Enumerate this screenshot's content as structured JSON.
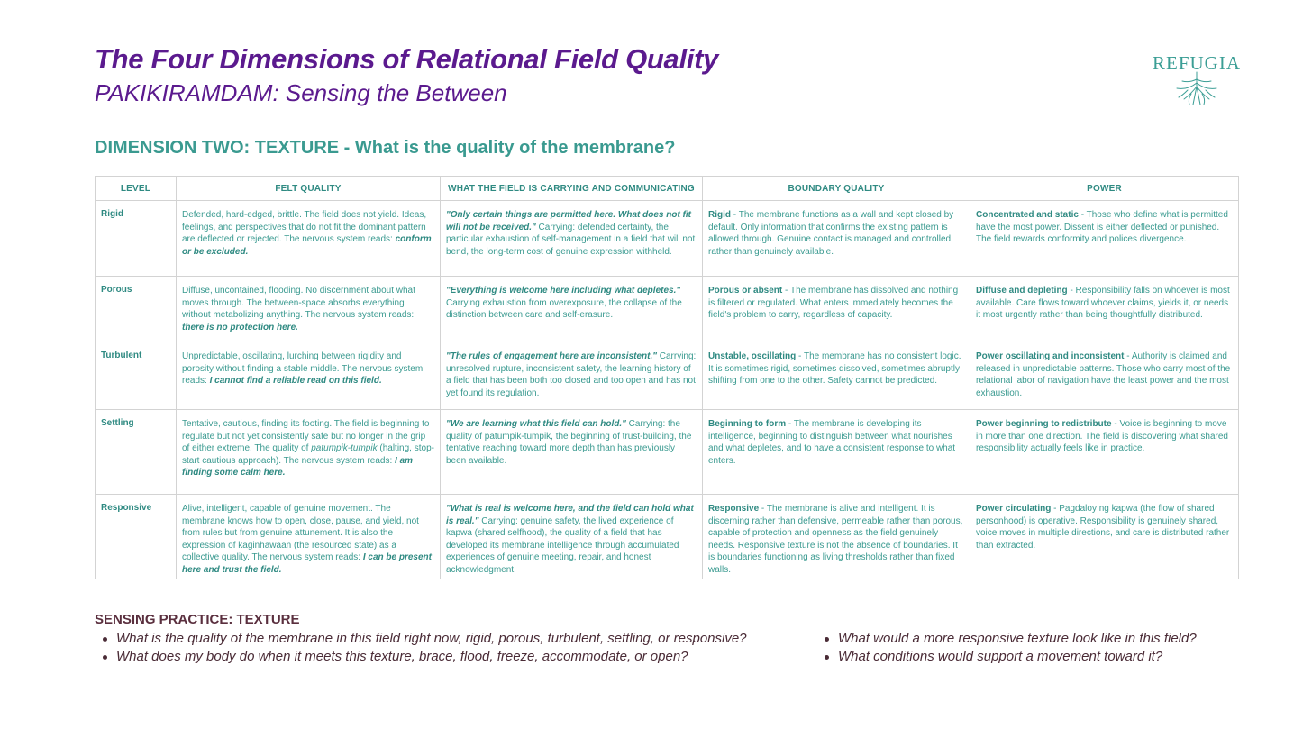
{
  "header": {
    "title": "The Four Dimensions of Relational Field Quality",
    "subtitle": "PAKIKIRAMDAM: Sensing the Between",
    "logo_text": "REFUGIA"
  },
  "dimension_heading": "DIMENSION TWO: TEXTURE - What is the quality of the membrane?",
  "table": {
    "columns": [
      "LEVEL",
      "FELT QUALITY",
      "WHAT THE FIELD IS CARRYING AND COMMUNICATING",
      "BOUNDARY QUALITY",
      "POWER"
    ],
    "rows": [
      {
        "level": "Rigid",
        "felt": "Defended, hard-edged, brittle. The field does not yield. Ideas, feelings, and perspectives that do not fit the dominant pattern are deflected or rejected. The nervous system reads: ",
        "felt_emph": "conform or be excluded.",
        "carry_quote": "\"Only certain things are permitted here. What does not fit will not be received.\"",
        "carry_text": " Carrying: defended certainty, the particular exhaustion of self-management in a field that will not bend, the long-term cost of genuine expression withheld.",
        "boundary_lead": " Rigid",
        "boundary_text": " - The membrane functions as a wall and kept closed by default. Only information that confirms the existing pattern is allowed through. Genuine contact is managed and controlled rather than genuinely available.",
        "power_lead": "Concentrated and static",
        "power_text": " - Those who define what is permitted have the most power. Dissent is either deflected or punished. The field rewards conformity and polices divergence."
      },
      {
        "level": "Porous",
        "felt": "Diffuse, uncontained, flooding. No discernment about what moves through. The between-space absorbs everything without metabolizing anything. The nervous system reads: ",
        "felt_emph": "there is no protection here.",
        "carry_quote": "\"Everything is welcome here  including what depletes.\"",
        "carry_text": " Carrying exhaustion from overexposure, the collapse of the distinction between care and self-erasure.",
        "boundary_lead": "Porous or absent",
        "boundary_text": " - The membrane has dissolved and nothing is filtered or regulated. What enters immediately becomes the field's problem to carry, regardless of capacity.",
        "power_lead": "Diffuse and depleting",
        "power_text": " - Responsibility falls on whoever is most available. Care flows toward whoever claims, yields it, or needs it most urgently rather than being thoughtfully distributed."
      },
      {
        "level": "Turbulent",
        "felt": "Unpredictable, oscillating, lurching between rigidity and porosity without finding a stable middle. The nervous system reads: ",
        "felt_emph": "I cannot find a reliable read on this field.",
        "carry_quote": "\"The rules of engagement here are inconsistent.\"",
        "carry_text": " Carrying: unresolved rupture, inconsistent safety, the learning history of a field that has been both too closed and too open and has not yet found its regulation.",
        "boundary_lead": "Unstable, oscillating",
        "boundary_text": " - The membrane has no consistent logic. It is sometimes rigid, sometimes dissolved, sometimes abruptly shifting from one to the other. Safety cannot be predicted.",
        "power_lead": "Power oscillating and inconsistent",
        "power_text": " - Authority is claimed and released in unpredictable patterns. Those who carry most of the relational labor of navigation have the least power and the most exhaustion."
      },
      {
        "level": "Settling",
        "felt": "Tentative, cautious, finding its footing. The field is beginning to regulate but not yet consistently safe but no longer in the grip of either extreme. The quality of ",
        "felt_italic": "patumpik-tumpik",
        "felt_after": " (halting, stop-start cautious approach). The nervous system reads: ",
        "felt_emph": "I am finding some calm here.",
        "carry_quote": "\"We are learning what this field can hold.\"",
        "carry_text": " Carrying: the quality of patumpik-tumpik, the beginning of trust-building, the tentative reaching toward more depth than has previously been available.",
        "boundary_lead": "Beginning to form",
        "boundary_text": " - The membrane is developing its intelligence, beginning to distinguish between what nourishes and what depletes, and  to have a consistent response to what enters.",
        "power_lead": "Power beginning to redistribute",
        "power_text": " - Voice is beginning to move in more than one direction. The field is discovering what shared responsibility actually feels like in practice."
      },
      {
        "level": "Responsive",
        "felt": "Alive, intelligent, capable of genuine movement. The membrane knows how to open, close, pause, and yield, not from rules but from genuine attunement. It is also the expression of kaginhawaan (the resourced state) as a collective quality.  The nervous system reads: ",
        "felt_emph": "I can be present here and trust the field.",
        "carry_quote": "\"What is real is welcome here, and the field can hold what is real.\"",
        "carry_text": " Carrying: genuine safety, the lived experience of kapwa (shared selfhood), the quality of a field that has developed its membrane intelligence through accumulated experiences of genuine meeting, repair, and honest acknowledgment.",
        "boundary_lead": "Responsive",
        "boundary_text": " - The membrane is alive and intelligent. It is discerning rather than defensive, permeable rather than porous, capable of protection and openness as the field genuinely needs. Responsive texture is not the absence of boundaries. It is boundaries functioning as living thresholds rather than fixed walls.",
        "power_lead": "Power circulating",
        "power_text": " - Pagdaloy ng kapwa (the flow of shared personhood) is operative. Responsibility is genuinely shared, voice moves in multiple directions, and care is distributed rather than extracted."
      }
    ]
  },
  "practice": {
    "heading": "SENSING PRACTICE: TEXTURE",
    "left_questions": [
      "What is the quality of the membrane in this field right now, rigid, porous, turbulent, settling, or responsive?",
      "What does my body do when it meets this texture, brace, flood, freeze, accommodate, or open?"
    ],
    "right_questions": [
      "What would a more responsive texture look like in this field?",
      "What conditions would support a movement toward it?"
    ]
  },
  "colors": {
    "title_purple": "#5b1a8e",
    "teal": "#3a9a90",
    "teal_dark": "#2f8a82",
    "practice_maroon": "#5a2f3e"
  },
  "icons": [
    "refugia-logo-roots-icon"
  ]
}
